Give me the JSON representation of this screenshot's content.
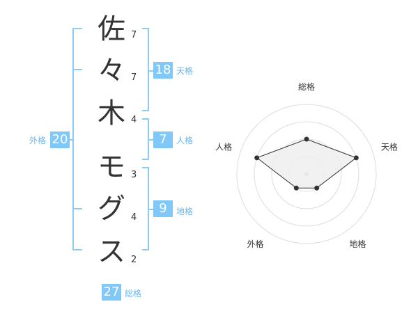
{
  "name_chars": [
    {
      "char": "佐",
      "strokes": "7"
    },
    {
      "char": "々",
      "strokes": "7"
    },
    {
      "char": "木",
      "strokes": "4"
    },
    {
      "char": "モ",
      "strokes": "3"
    },
    {
      "char": "グ",
      "strokes": "4"
    },
    {
      "char": "ス",
      "strokes": "2"
    }
  ],
  "fortune": {
    "tenkaku": {
      "value": "18",
      "label": "天格"
    },
    "jinkaku": {
      "value": "7",
      "label": "人格"
    },
    "chikaku": {
      "value": "9",
      "label": "地格"
    },
    "gaikaku": {
      "value": "20",
      "label": "外格"
    },
    "soukaku": {
      "value": "27",
      "label": "総格"
    }
  },
  "accent_color": "#7fc8f8",
  "chart_data": {
    "type": "radar",
    "axes": [
      "総格",
      "天格",
      "地格",
      "外格",
      "人格"
    ],
    "max": 4,
    "rings": 4,
    "values": [
      2,
      3,
      1,
      1,
      3
    ],
    "fill": "#eeeeee",
    "stroke": "#333333"
  }
}
